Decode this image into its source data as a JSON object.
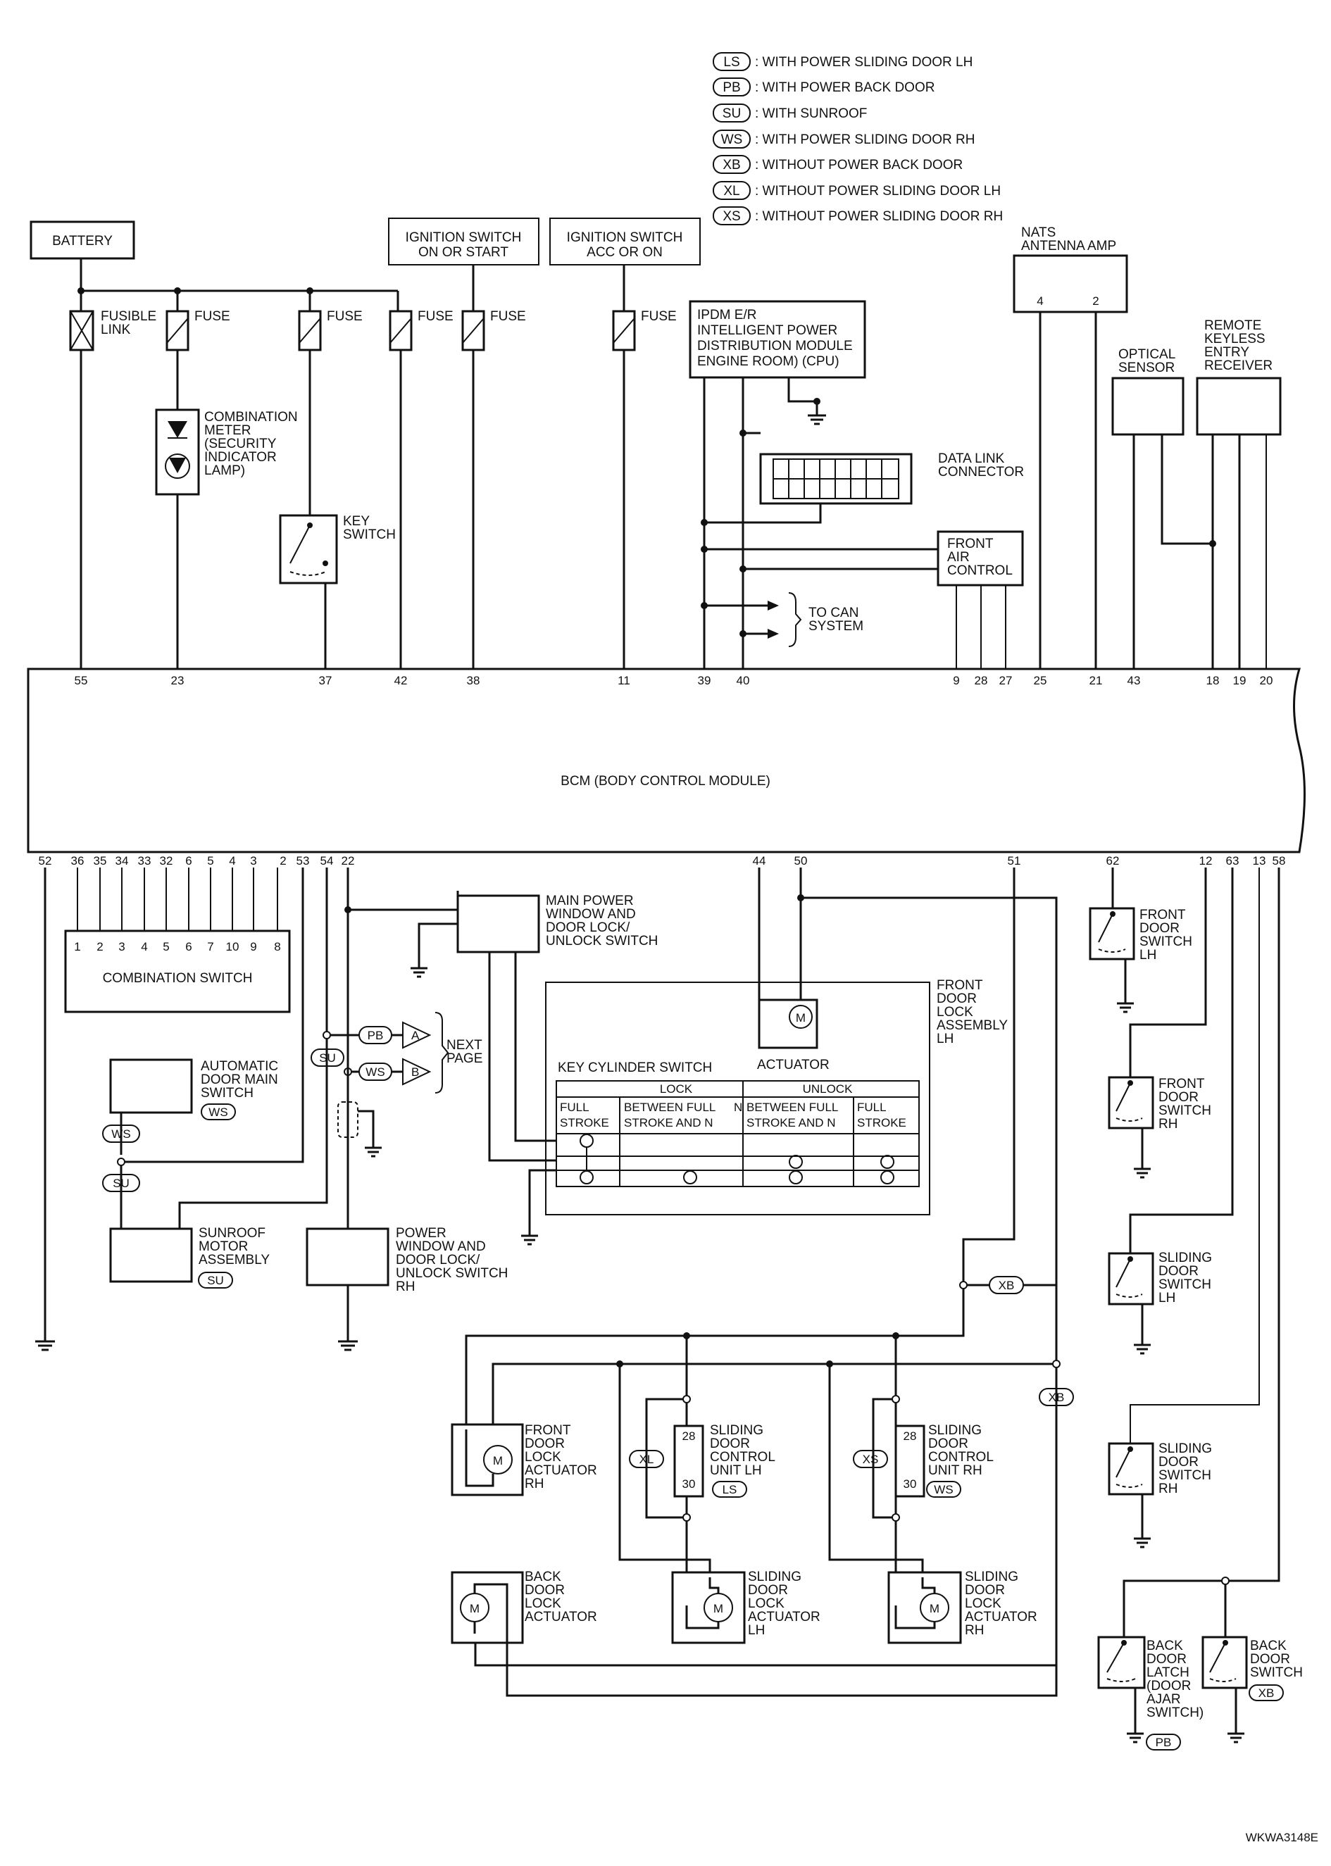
{
  "legend": [
    {
      "code": "LS",
      "text": ": WITH POWER SLIDING DOOR LH"
    },
    {
      "code": "PB",
      "text": ": WITH POWER BACK DOOR"
    },
    {
      "code": "SU",
      "text": ": WITH SUNROOF"
    },
    {
      "code": "WS",
      "text": ": WITH POWER SLIDING DOOR RH"
    },
    {
      "code": "XB",
      "text": ": WITHOUT POWER BACK DOOR"
    },
    {
      "code": "XL",
      "text": ": WITHOUT POWER SLIDING DOOR LH"
    },
    {
      "code": "XS",
      "text": ": WITHOUT POWER SLIDING DOOR RH"
    }
  ],
  "components": {
    "battery": "BATTERY",
    "ign_on": [
      "IGNITION SWITCH",
      "ON OR START"
    ],
    "ign_acc": [
      "IGNITION SWITCH",
      "ACC OR ON"
    ],
    "nats": [
      "NATS",
      "ANTENNA AMP"
    ],
    "nats_pins": [
      "4",
      "2"
    ],
    "fusible_link": [
      "FUSIBLE",
      "LINK"
    ],
    "fuse": "FUSE",
    "ipdm": [
      "IPDM E/R",
      "INTELLIGENT POWER",
      "DISTRIBUTION MODULE",
      "ENGINE ROOM) (CPU)"
    ],
    "combination_meter": [
      "COMBINATION",
      "METER",
      "(SECURITY",
      "INDICATOR",
      "LAMP)"
    ],
    "key_switch": [
      "KEY",
      "SWITCH"
    ],
    "data_link": [
      "DATA LINK",
      "CONNECTOR"
    ],
    "front_air": [
      "FRONT",
      "AIR",
      "CONTROL"
    ],
    "to_can": [
      "TO CAN",
      "SYSTEM"
    ],
    "optical": [
      "OPTICAL",
      "SENSOR"
    ],
    "remote_keyless": [
      "REMOTE",
      "KEYLESS",
      "ENTRY",
      "RECEIVER"
    ],
    "bcm": "BCM (BODY CONTROL MODULE)",
    "combination_switch": "COMBINATION SWITCH",
    "combination_switch_pins": [
      "1",
      "2",
      "3",
      "4",
      "5",
      "6",
      "7",
      "10",
      "9",
      "8"
    ],
    "main_power_window": [
      "MAIN POWER",
      "WINDOW AND",
      "DOOR LOCK/",
      "UNLOCK SWITCH"
    ],
    "front_door_lock_lh": [
      "FRONT",
      "DOOR",
      "LOCK",
      "ASSEMBLY",
      "LH"
    ],
    "actuator": "ACTUATOR",
    "key_cylinder": "KEY CYLINDER SWITCH",
    "kc_lock": "LOCK",
    "kc_unlock": "UNLOCK",
    "kc_col1": [
      "FULL",
      "STROKE"
    ],
    "kc_col2": [
      "BETWEEN FULL",
      "STROKE AND N"
    ],
    "kc_n": "N",
    "kc_col3": [
      "BETWEEN FULL",
      "STROKE AND N"
    ],
    "kc_col4": [
      "FULL",
      "STROKE"
    ],
    "next_page": [
      "NEXT",
      "PAGE"
    ],
    "conn_a": "A",
    "conn_b": "B",
    "auto_door_main": [
      "AUTOMATIC",
      "DOOR MAIN",
      "SWITCH"
    ],
    "sunroof_motor": [
      "SUNROOF",
      "MOTOR",
      "ASSEMBLY"
    ],
    "pw_rh": [
      "POWER",
      "WINDOW AND",
      "DOOR LOCK/",
      "UNLOCK SWITCH",
      "RH"
    ],
    "front_door_switch_lh": [
      "FRONT",
      "DOOR",
      "SWITCH",
      "LH"
    ],
    "front_door_switch_rh": [
      "FRONT",
      "DOOR",
      "SWITCH",
      "RH"
    ],
    "sliding_door_switch_lh": [
      "SLIDING",
      "DOOR",
      "SWITCH",
      "LH"
    ],
    "sliding_door_switch_rh": [
      "SLIDING",
      "DOOR",
      "SWITCH",
      "RH"
    ],
    "fd_lock_act_rh": [
      "FRONT",
      "DOOR",
      "LOCK",
      "ACTUATOR",
      "RH"
    ],
    "sd_control_lh": [
      "SLIDING",
      "DOOR",
      "CONTROL",
      "UNIT LH"
    ],
    "sd_control_rh": [
      "SLIDING",
      "DOOR",
      "CONTROL",
      "UNIT RH"
    ],
    "sdc_pins": [
      "28",
      "30"
    ],
    "back_door_lock_act": [
      "BACK",
      "DOOR",
      "LOCK",
      "ACTUATOR"
    ],
    "sd_lock_act_lh": [
      "SLIDING",
      "DOOR",
      "LOCK",
      "ACTUATOR",
      "LH"
    ],
    "sd_lock_act_rh": [
      "SLIDING",
      "DOOR",
      "LOCK",
      "ACTUATOR",
      "RH"
    ],
    "back_door_latch": [
      "BACK",
      "DOOR",
      "LATCH",
      "(DOOR",
      "AJAR",
      "SWITCH)"
    ],
    "back_door_switch": [
      "BACK",
      "DOOR",
      "SWITCH"
    ],
    "motor": "M"
  },
  "bcm_top_pins": [
    "55",
    "23",
    "37",
    "42",
    "38",
    "11",
    "39",
    "40",
    "9",
    "28",
    "27",
    "25",
    "21",
    "43",
    "18",
    "19",
    "20"
  ],
  "bcm_bottom_pins": [
    "52",
    "36",
    "35",
    "34",
    "33",
    "32",
    "6",
    "5",
    "4",
    "3",
    "2",
    "53",
    "54",
    "22",
    "44",
    "50",
    "51",
    "62",
    "12",
    "63",
    "13",
    "58"
  ],
  "figure_id": "WKWA3148E"
}
